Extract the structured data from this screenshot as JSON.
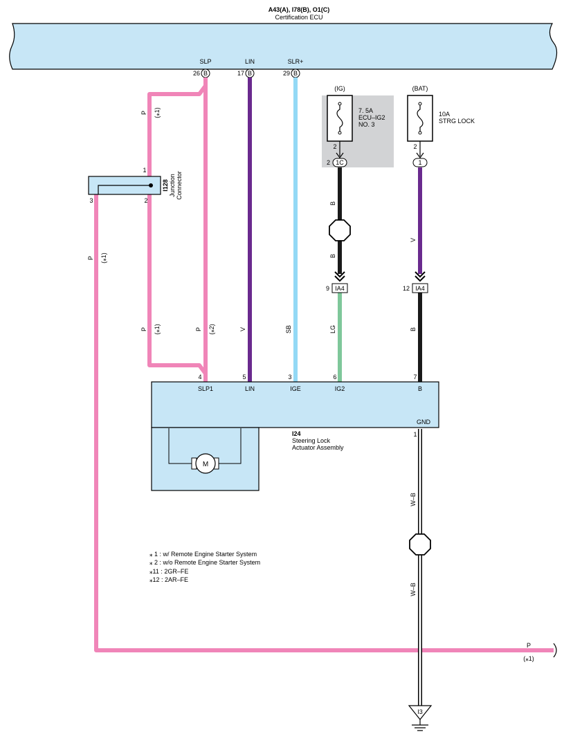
{
  "colors": {
    "component_fill": "#c7e6f6",
    "fuse_box_gray": "#d2d3d5",
    "wire_pink": "#f085b8",
    "wire_violet": "#6a2a8e",
    "wire_sky_blue": "#93d9f5",
    "wire_light_green": "#7fc79a",
    "wire_black": "#1a1a1a",
    "wire_white_black": "#ffffff"
  },
  "ecu": {
    "id": "A43(A), I78(B), O1(C)",
    "name": "Certification ECU",
    "pins": [
      {
        "label": "SLP",
        "num": "26",
        "conn": "B"
      },
      {
        "label": "LIN",
        "num": "17",
        "conn": "B"
      },
      {
        "label": "SLR+",
        "num": "29",
        "conn": "B"
      }
    ]
  },
  "junction": {
    "id": "I128",
    "name1": "Junction",
    "name2": "Connector",
    "pin1": "1",
    "pin2": "2",
    "pin3": "3"
  },
  "fuse_ig": {
    "source": "(IG)",
    "rating": "7. 5A",
    "name1": "ECU–IG2",
    "name2": "NO. 3",
    "pin": "2",
    "conn_pin": "2",
    "conn": "1C"
  },
  "fuse_bat": {
    "source": "(BAT)",
    "rating": "10A",
    "name": "STRG LOCK",
    "pin": "2",
    "conn": "1"
  },
  "inline_conns": [
    {
      "pin": "9",
      "conn": "IA4"
    },
    {
      "pin": "12",
      "conn": "IA4"
    }
  ],
  "wire_labels": [
    {
      "code": "P",
      "note": "(⁎1)"
    },
    {
      "code": "P",
      "note": "(⁎1)"
    },
    {
      "code": "P",
      "note": "(⁎1)"
    },
    {
      "code": "P",
      "note": "(⁎2)"
    },
    {
      "code": "V"
    },
    {
      "code": "SB"
    },
    {
      "code": "B"
    },
    {
      "code": "B"
    },
    {
      "code": "LG"
    },
    {
      "code": "V"
    },
    {
      "code": "B"
    },
    {
      "code": "W–B"
    },
    {
      "code": "W–B"
    },
    {
      "code": "P",
      "note": "(⁎1)"
    }
  ],
  "actuator": {
    "id": "I24",
    "name1": "Steering Lock",
    "name2": "Actuator Assembly",
    "pins": [
      {
        "label": "SLP1",
        "num": "4"
      },
      {
        "label": "LIN",
        "num": "5"
      },
      {
        "label": "IGE",
        "num": "3"
      },
      {
        "label": "IG2",
        "num": "6"
      },
      {
        "label": "B",
        "num": "7"
      }
    ],
    "motor": "M",
    "gnd_label": "GND",
    "gnd_pin": "1"
  },
  "ground": {
    "id": "I3"
  },
  "notes": [
    "⁎ 1 : w/ Remote Engine Starter System",
    "⁎ 2 : w/o Remote Engine Starter System",
    "⁎11 : 2GR–FE",
    "⁎12 : 2AR–FE"
  ]
}
